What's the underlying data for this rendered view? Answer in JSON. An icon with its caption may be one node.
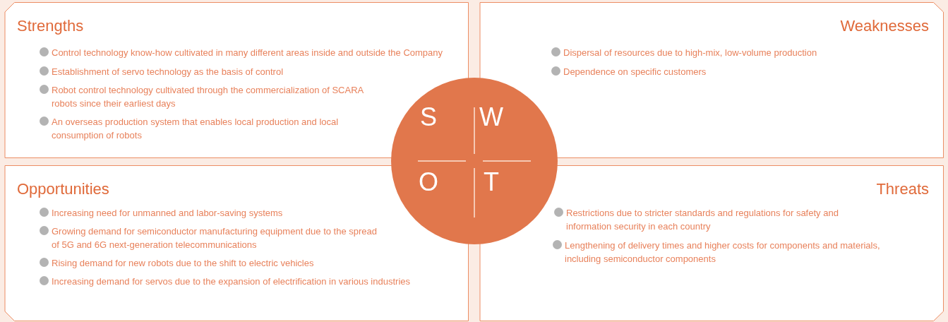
{
  "diagram": {
    "nodes": [
      {
        "text": [
          "Strengths",
          "Control technology know-how cultivated in many different areas inside and outside the Company",
          "Establishment of servo technology as the basis of control",
          "Robot control technology cultivated through the commercialization of SCARA robots since their earliest days",
          "An overseas production system that enables local production and local consumption of robots"
        ]
      },
      {
        "text": [
          "Weaknesses",
          "Dispersal of resources due to high-mix, low-volume production",
          "Dependence on specific customers"
        ]
      },
      {
        "text": [
          "Opportunities",
          "Increasing need for unmanned and labor-saving systems",
          "Growing demand for semiconductor manufacturing equipment due to the spread of 5G and 6G next-generation telecommunications",
          "Rising demand for new robots due to the shift to electric vehicles",
          "Increasing demand for servos due to the expansion of electrification in various industries"
        ]
      },
      {
        "text": [
          "Threats",
          "Restrictions due to stricter standards and regulations for safety and information security in each country",
          "Lengthening of delivery times and higher costs for components and materials, including semiconductor components"
        ]
      },
      {
        "text": [
          "S",
          "W",
          "O",
          "T"
        ]
      }
    ]
  }
}
